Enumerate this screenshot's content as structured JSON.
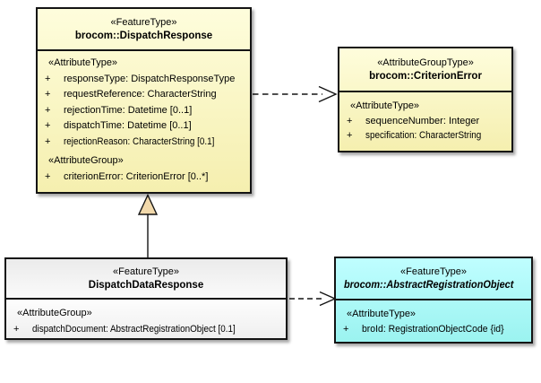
{
  "symbols": {
    "visibility_public": "+"
  },
  "colors": {
    "box_yellow_top": "#FEFDDC",
    "box_yellow_bottom": "#F5EFAF",
    "box_cyan_top": "#BFFEFF",
    "box_cyan_bottom": "#9BF3F0",
    "box_gray_top": "#EBEBEB",
    "box_gray_mid": "#FCFCFC",
    "box_gray_bottom": "#EFEFEF",
    "border": "#141414",
    "generalization_triangle_fill": "#F2D9AB"
  },
  "classes": [
    {
      "stereotype": "«FeatureType»",
      "name": "brocom::DispatchResponse",
      "sections": [
        {
          "heading": "«AttributeType»",
          "attrs": [
            "responseType: DispatchResponseType",
            "requestReference: CharacterString",
            "rejectionTime: Datetime [0..1]",
            "dispatchTime: Datetime [0..1]",
            "rejectionReason: CharacterString [0.1]"
          ]
        },
        {
          "heading": "«AttributeGroup»",
          "attrs": [
            "criterionError: CriterionError [0..*]"
          ]
        }
      ]
    },
    {
      "stereotype": "«AttributeGroupType»",
      "name": "brocom::CriterionError",
      "sections": [
        {
          "heading": "«AttributeType»",
          "attrs": [
            "sequenceNumber: Integer",
            "specification: CharacterString"
          ]
        }
      ]
    },
    {
      "stereotype": "«FeatureType»",
      "name": "DispatchDataResponse",
      "sections": [
        {
          "heading": "«AttributeGroup»",
          "attrs": [
            "dispatchDocument: AbstractRegistrationObject [0.1]"
          ]
        }
      ]
    },
    {
      "stereotype": "«FeatureType»",
      "name": "brocom::AbstractRegistrationObject",
      "sections": [
        {
          "heading": "«AttributeType»",
          "attrs": [
            "broId: RegistrationObjectCode {id}"
          ]
        }
      ]
    }
  ],
  "connectors": [
    {
      "type": "dependency",
      "style": "dashed-open-arrow",
      "from": "brocom::DispatchResponse",
      "to": "brocom::CriterionError"
    },
    {
      "type": "generalization",
      "style": "solid-triangle",
      "from": "DispatchDataResponse",
      "to": "brocom::DispatchResponse"
    },
    {
      "type": "dependency",
      "style": "dashed-open-arrow",
      "from": "DispatchDataResponse",
      "to": "brocom::AbstractRegistrationObject"
    }
  ]
}
